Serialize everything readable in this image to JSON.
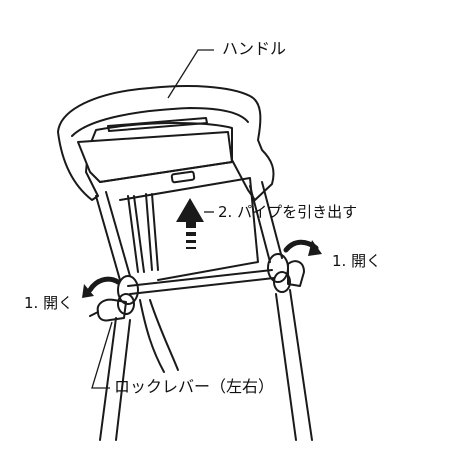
{
  "labels": {
    "handle": "ハンドル",
    "step2": "2. パイプを引き出す",
    "step1_right": "1. 開く",
    "step1_left": "1. 開く",
    "lock_lever": "ロックレバー（左右）"
  },
  "colors": {
    "line": "#1a1a1a",
    "background": "#ffffff",
    "shade": "#e8e8e8"
  },
  "icons": {
    "pull_arrow": "up-arrow-dashed",
    "rotate_right": "curved-arrow-right",
    "rotate_left": "curved-arrow-left"
  }
}
